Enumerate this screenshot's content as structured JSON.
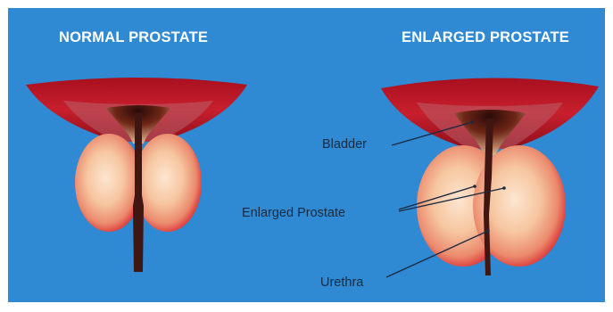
{
  "headings": {
    "normal": "NORMAL PROSTATE",
    "enlarged": "ENLARGED PROSTATE"
  },
  "labels": {
    "bladder": "Bladder",
    "enlarged_prostate": "Enlarged Prostate",
    "urethra": "Urethra"
  },
  "colors": {
    "background": "#2f8ad3",
    "bladder_red": "#c21d2b",
    "prostate_center": "#fbe1c8",
    "prostate_edge": "#d9242d",
    "urethra": "#3f1612",
    "label_text": "#1b2a40",
    "heading_text": "#ffffff"
  }
}
